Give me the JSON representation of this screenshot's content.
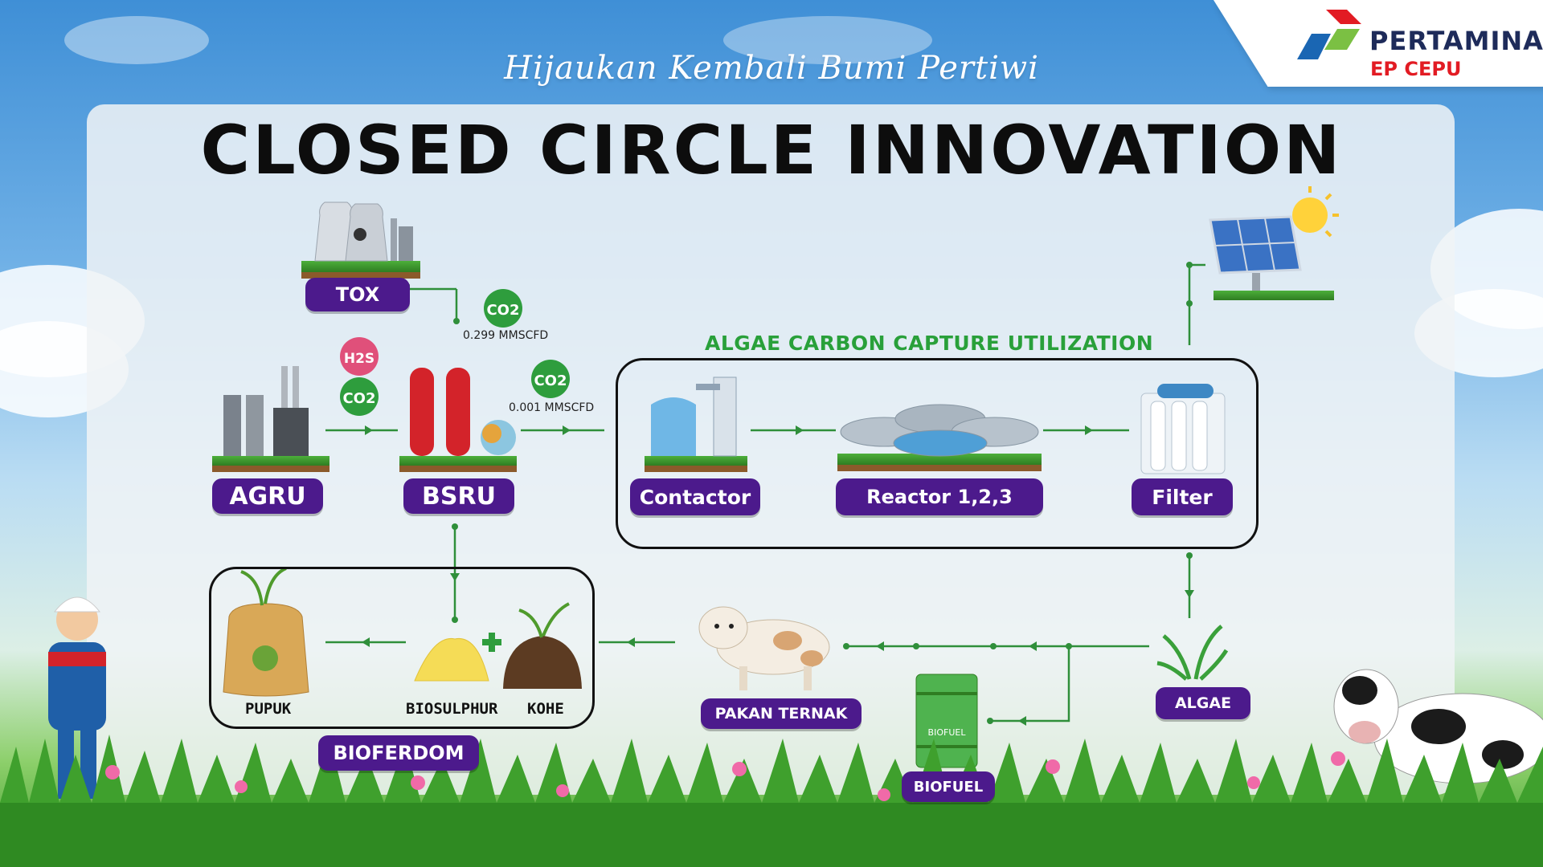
{
  "tagline": "Hijaukan Kembali Bumi Pertiwi",
  "title": "CLOSED CIRCLE INNOVATION",
  "logo": {
    "brand": "PERTAMINA",
    "unit": "EP CEPU"
  },
  "nodes": {
    "tox": "TOX",
    "agru": "AGRU",
    "bsru": "BSRU",
    "contactor": "Contactor",
    "reactor": "Reactor 1,2,3",
    "filter": "Filter",
    "bioferdom": "BIOFERDOM",
    "pakan_ternak": "PAKAN TERNAK",
    "algae": "ALGAE",
    "biofuel": "BIOFUEL"
  },
  "section_label": "ALGAE CARBON CAPTURE UTILIZATION",
  "flows": {
    "co2_tox": "0.299 MMSCFD",
    "co2_contactor": "0.001 MMSCFD"
  },
  "gas_badges": {
    "co2": "CO2",
    "h2s": "H2S"
  },
  "bioferdom_items": {
    "pupuk": "PUPUK",
    "biosulphur": "BIOSULPHUR",
    "kohe": "KOHE"
  },
  "biofuel_drum_label": "BIOFUEL",
  "colors": {
    "pill": "#4c1a8c",
    "section_label": "#29a03a",
    "connector": "#2f8f3a",
    "title": "#0d0d0d"
  },
  "icons": [
    "nuclear-plant-icon",
    "factory-icon",
    "red-tanks-icon",
    "water-tank-icon",
    "pond-reactor-icon",
    "water-filter-icon",
    "solar-panel-icon",
    "sun-icon",
    "fertilizer-sack-icon",
    "sulphur-pile-icon",
    "soil-pile-icon",
    "cow-icon",
    "algae-plant-icon",
    "fuel-drum-icon",
    "worker-icon",
    "grass-icon",
    "flower-icon"
  ]
}
